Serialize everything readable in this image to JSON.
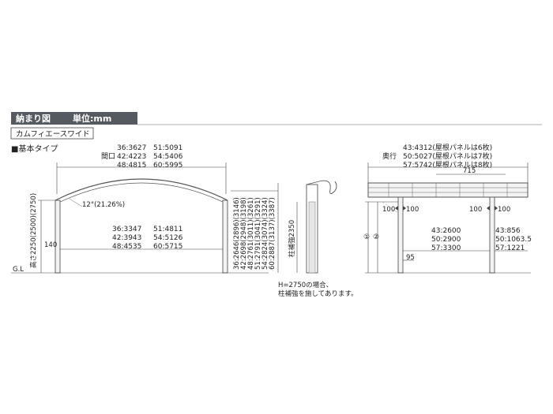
{
  "header": {
    "title": "納まり図",
    "unit": "単位:mm",
    "product": "カムフィエースワイド",
    "type_label": "■基本タイプ"
  },
  "front": {
    "width_caption": "間口",
    "width_rows": [
      [
        "36:3627",
        "51:5091"
      ],
      [
        "42:4223",
        "54:5406"
      ],
      [
        "48:4815",
        "60:5995"
      ]
    ],
    "inner_rows": [
      [
        "36:3347",
        "51:4811"
      ],
      [
        "42:3943",
        "54:5126"
      ],
      [
        "48:4535",
        "60:5715"
      ]
    ],
    "angle": "12°(21.26%)",
    "height": "高さ2250(2500)(2750)",
    "left_dim": "140",
    "gl": "G.L",
    "total_heights": [
      "36:2646(2896)(3146)",
      "42:2698(2948)(3198)",
      "48:2761(3011)(3261)",
      "51:2791(3041)(3291)",
      "54:2824(3074)(3324)",
      "60:2887(3137)(3387)"
    ],
    "reinforce": "柱補強2350",
    "note_line1": "H=2750の場合、",
    "note_line2": "柱補強を施してあります。"
  },
  "side": {
    "depth_caption": "奥行",
    "depth_rows": [
      "43:4312(屋根パネルは6枚)",
      "50:5027(屋根パネルは7枚)",
      "57:5742(屋根パネルは8枚)"
    ],
    "top_dim": "715",
    "dim_100_a": "100",
    "dim_100_b": "100",
    "dim_100_c": "100",
    "dim_100_d": "100",
    "circle_1": "①",
    "circle_2": "②",
    "span_rows": [
      "43:2600",
      "50:2900",
      "57:3300"
    ],
    "over_rows": [
      "43:856",
      "50:1063.5",
      "57:1221"
    ],
    "dim_95": "95"
  }
}
